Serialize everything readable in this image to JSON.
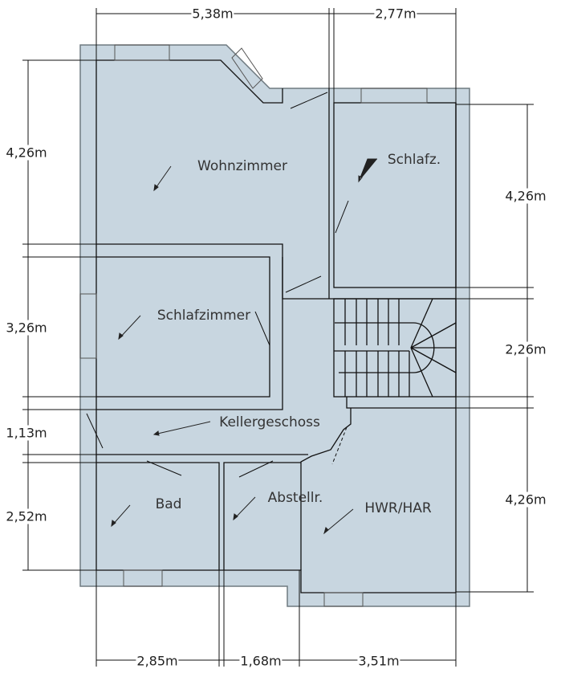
{
  "colors": {
    "floor": "#c8d6e0",
    "wall_outline": "#6f7a80",
    "line": "#111111"
  },
  "rooms": [
    {
      "name": "Wohnzimmer"
    },
    {
      "name": "Schlafz."
    },
    {
      "name": "Schlafzimmer"
    },
    {
      "name": "Kellergeschoss"
    },
    {
      "name": "Bad"
    },
    {
      "name": "Abstellr."
    },
    {
      "name": "HWR/HAR"
    }
  ],
  "dimensions": {
    "top": [
      "5,38m",
      "2,77m"
    ],
    "left": [
      "4,26m",
      "3,26m",
      "1,13m",
      "2,52m"
    ],
    "right": [
      "4,26m",
      "2,26m",
      "4,26m"
    ],
    "bottom": [
      "2,85m",
      "1,68m",
      "3,51m"
    ]
  }
}
